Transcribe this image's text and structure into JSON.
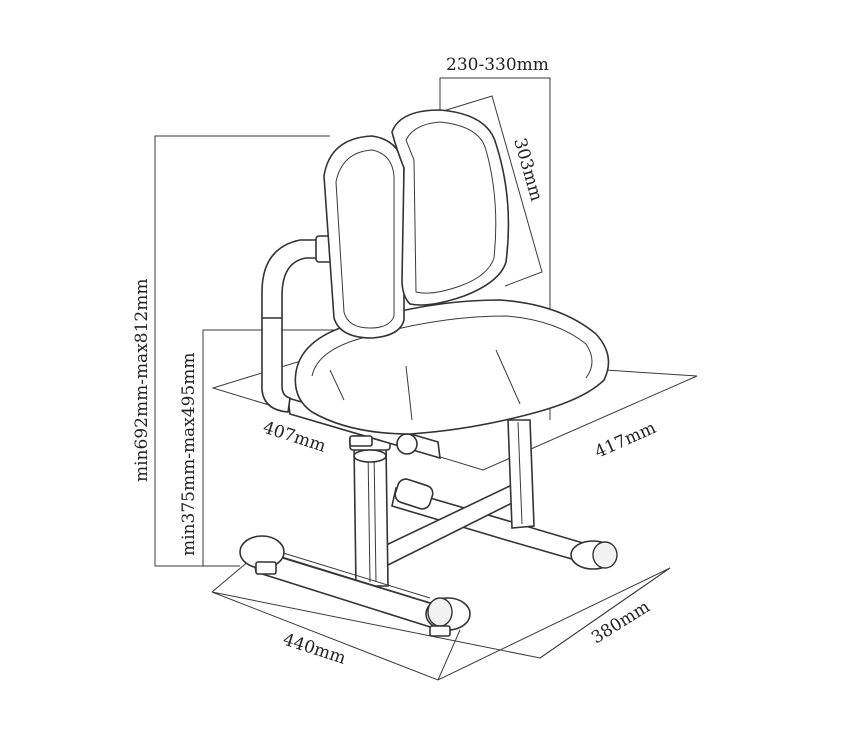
{
  "dimensions": {
    "backrest_width": "230-330mm",
    "backrest_height": "303mm",
    "total_height": "min692mm-max812mm",
    "seat_height": "min375mm-max495mm",
    "seat_depth": "407mm",
    "seat_width": "417mm",
    "base_width": "440mm",
    "base_depth": "380mm"
  }
}
